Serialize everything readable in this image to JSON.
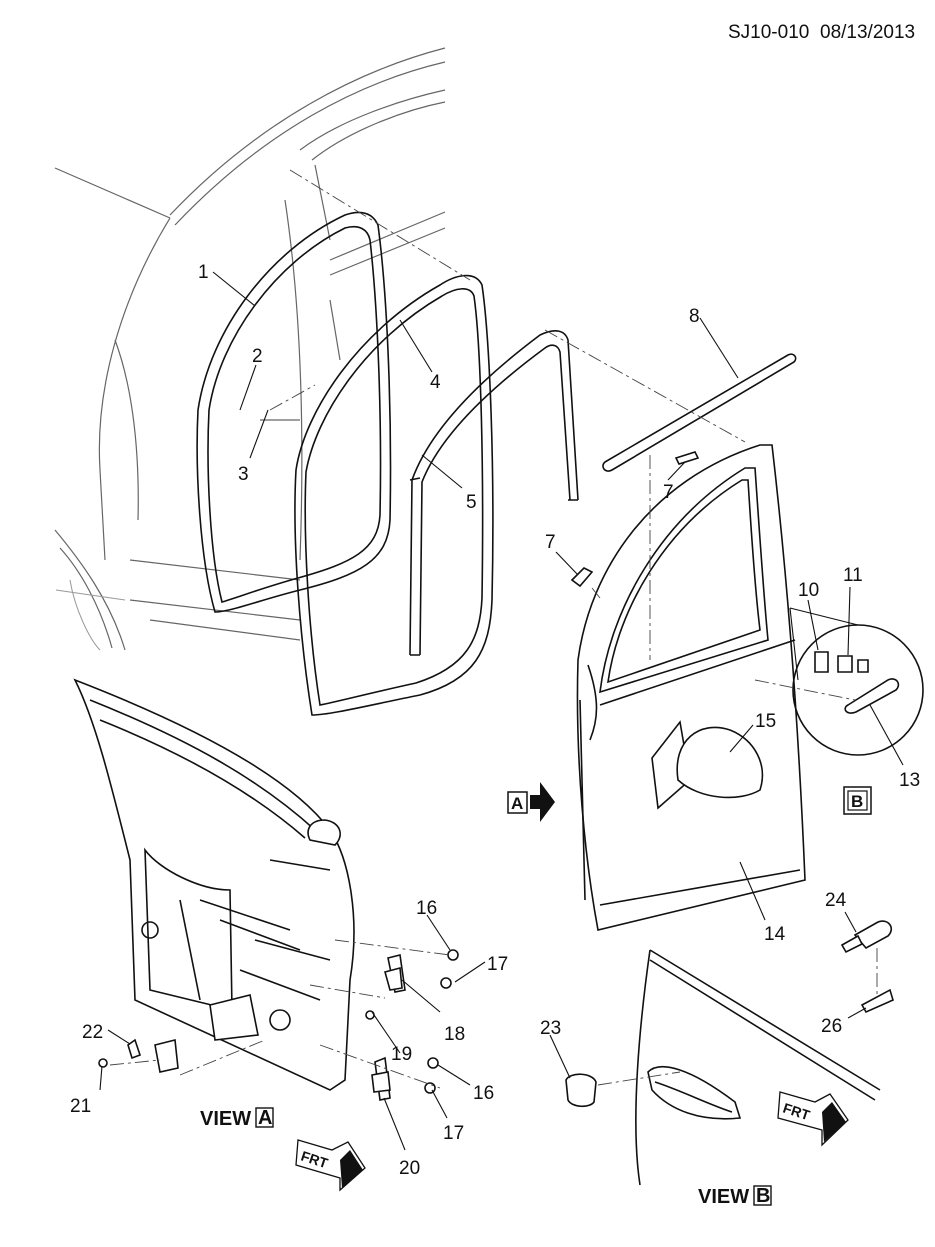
{
  "header": {
    "diagram_id": "SJ10-010",
    "date": "08/13/2013"
  },
  "callouts": {
    "c1": "1",
    "c2": "2",
    "c3": "3",
    "c4": "4",
    "c5": "5",
    "c7a": "7",
    "c7b": "7",
    "c8": "8",
    "c10": "10",
    "c11": "11",
    "c13": "13",
    "c14": "14",
    "c15": "15",
    "c16a": "16",
    "c16b": "16",
    "c17a": "17",
    "c17b": "17",
    "c18": "18",
    "c19": "19",
    "c20": "20",
    "c21": "21",
    "c22": "22",
    "c23": "23",
    "c24": "24",
    "c26": "26"
  },
  "views": {
    "view_a": {
      "prefix": "VIEW",
      "letter": "A"
    },
    "view_b": {
      "prefix": "VIEW",
      "letter": "B"
    },
    "marker_a": "A",
    "marker_b": "B"
  },
  "front_arrows": {
    "left": "FRT",
    "right": "FRT"
  },
  "icons": [
    "direction-arrow-icon",
    "front-arrow-icon"
  ]
}
